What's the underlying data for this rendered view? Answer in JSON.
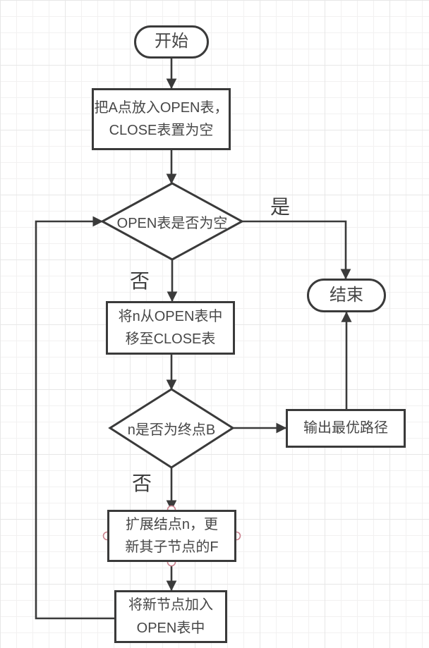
{
  "canvas": {
    "background": "#ffffff",
    "grid_color": "#f2f1f1",
    "stroke_color": "#3a3a3a",
    "text_color": "#474747",
    "handle_color": "#c9808d"
  },
  "nodes": {
    "start": {
      "type": "terminator",
      "label": "开始"
    },
    "init": {
      "type": "process",
      "label": "把A点放入OPEN表，\nCLOSE表置为空"
    },
    "check_open_empty": {
      "type": "decision",
      "label": "OPEN表是否为空"
    },
    "end_node": {
      "type": "terminator",
      "label": "结束"
    },
    "move_to_close": {
      "type": "process",
      "label": "将n从OPEN表中\n移至CLOSE表"
    },
    "check_goal": {
      "type": "decision",
      "label": "n是否为终点B"
    },
    "output_path": {
      "type": "process",
      "label": "输出最优路径"
    },
    "expand_node": {
      "type": "process",
      "label": "扩展结点n，更\n新其子节点的F",
      "selected": true
    },
    "add_to_open": {
      "type": "process",
      "label": "将新节点加入\nOPEN表中"
    }
  },
  "edge_labels": {
    "yes": "是",
    "no_open": "否",
    "no_goal": "否"
  }
}
